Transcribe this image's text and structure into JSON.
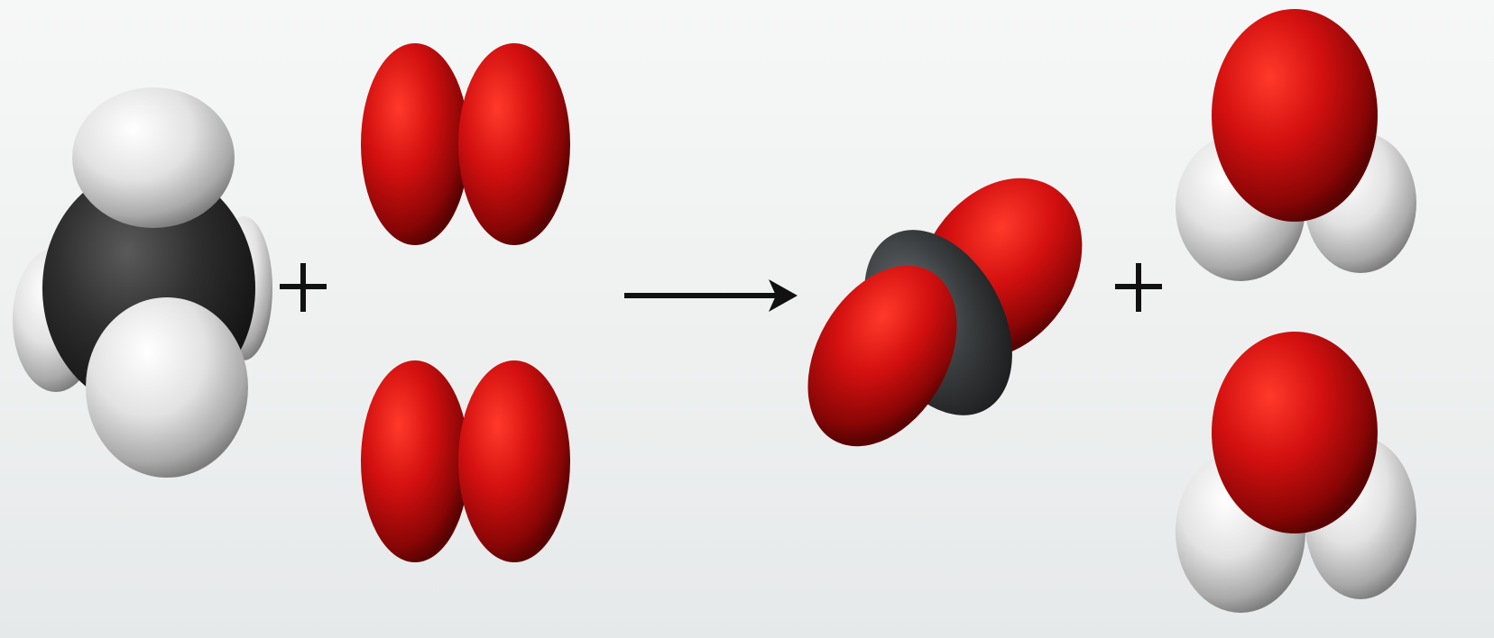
{
  "diagram": {
    "type": "chemical-reaction-space-filling",
    "colors": {
      "carbon": "#2b2b2b",
      "oxygen": "#d41010",
      "hydrogen": "#e8e8e8",
      "symbols": "#111111"
    },
    "reactants": [
      {
        "molecule": "methane",
        "count": 1,
        "atoms": [
          "C",
          "H",
          "H",
          "H",
          "H"
        ]
      },
      {
        "molecule": "oxygen",
        "count": 2,
        "atoms": [
          "O",
          "O"
        ]
      }
    ],
    "products": [
      {
        "molecule": "carbon-dioxide",
        "count": 1,
        "atoms": [
          "O",
          "C",
          "O"
        ]
      },
      {
        "molecule": "water",
        "count": 2,
        "atoms": [
          "O",
          "H",
          "H"
        ]
      }
    ],
    "operators": [
      "plus",
      "reaction-arrow",
      "plus"
    ]
  }
}
